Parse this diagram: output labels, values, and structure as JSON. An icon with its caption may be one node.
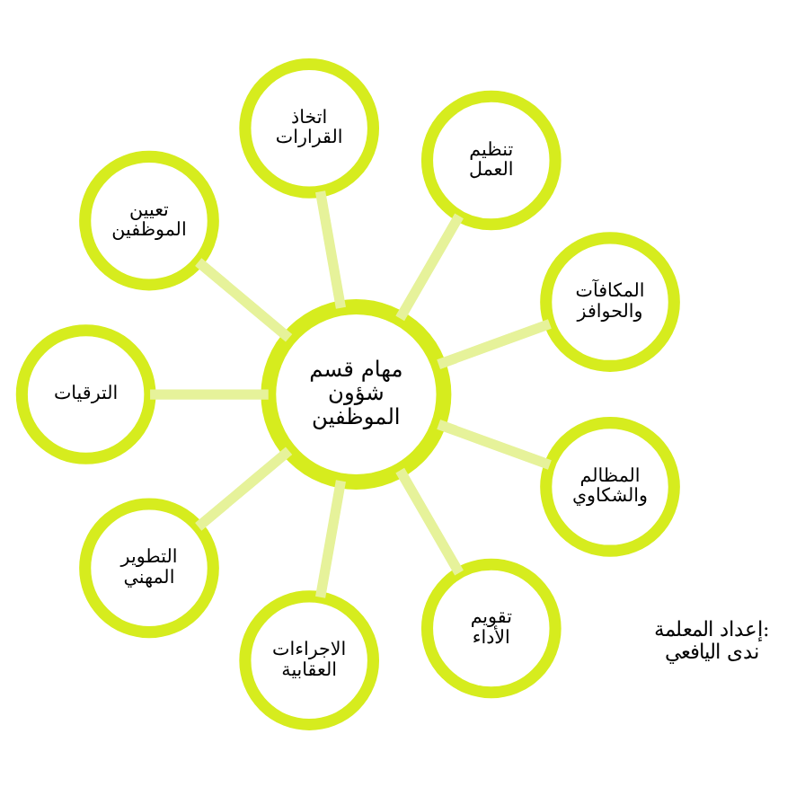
{
  "diagram": {
    "nodes": [
      {
        "text": [
          "مهام قسم شؤون الموظفين"
        ]
      },
      {
        "text": [
          "المكافآت والحوافز"
        ]
      },
      {
        "text": [
          "تنظيم العمل"
        ]
      },
      {
        "text": [
          "اتخاذ القرارات"
        ]
      },
      {
        "text": [
          "تعيين الموظفين"
        ]
      },
      {
        "text": [
          "الترقيات"
        ]
      },
      {
        "text": [
          "التطوير المهني"
        ]
      },
      {
        "text": [
          "الاجراءات العقابية"
        ]
      },
      {
        "text": [
          "تقويم الأداء"
        ]
      },
      {
        "text": [
          "المظالم والشكاوي"
        ]
      }
    ],
    "edges": [
      {
        "from": 0,
        "to": 1,
        "arrow": "none"
      },
      {
        "from": 0,
        "to": 2,
        "arrow": "none"
      },
      {
        "from": 0,
        "to": 3,
        "arrow": "none"
      },
      {
        "from": 0,
        "to": 4,
        "arrow": "none"
      },
      {
        "from": 0,
        "to": 5,
        "arrow": "none"
      },
      {
        "from": 0,
        "to": 6,
        "arrow": "none"
      },
      {
        "from": 0,
        "to": 7,
        "arrow": "none"
      },
      {
        "from": 0,
        "to": 8,
        "arrow": "none"
      },
      {
        "from": 0,
        "to": 9,
        "arrow": "none"
      }
    ],
    "labels": [
      "إعداد المعلمة: ندى اليافعي"
    ]
  }
}
